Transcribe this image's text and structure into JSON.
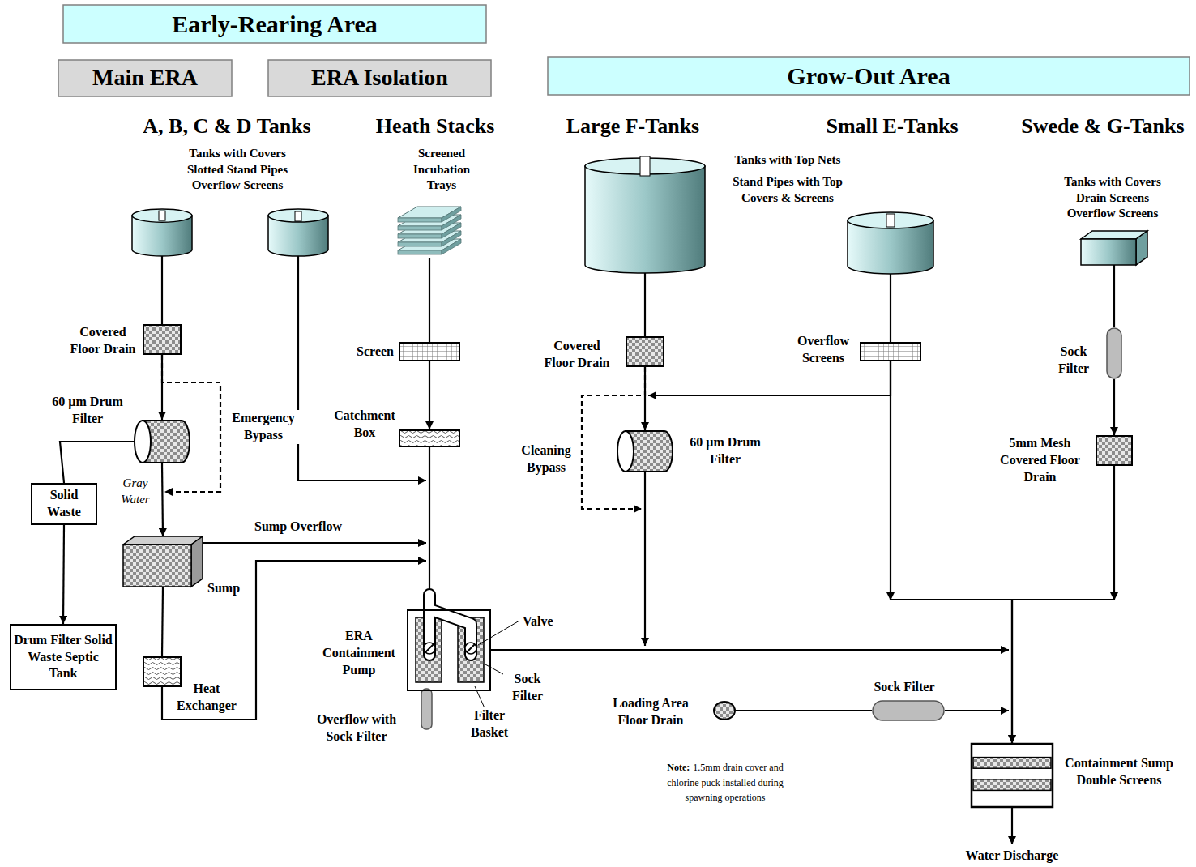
{
  "diagram": {
    "nodes": [
      {
        "text": [
          "Early-Rearing Area"
        ]
      },
      {
        "text": [
          "Main ERA"
        ]
      },
      {
        "text": [
          "ERA Isolation"
        ]
      },
      {
        "text": [
          "Grow-Out Area"
        ]
      },
      {
        "text": [
          "A, B, C & D Tanks",
          "Tanks with Covers Slotted Stand Pipes Overflow Screens"
        ]
      },
      {
        "text": [
          "Heath Stacks",
          "Screened Incubation Trays"
        ]
      },
      {
        "text": [
          "Large F-Tanks",
          "Tanks with Top Nets",
          "Stand Pipes with Top Covers & Screens"
        ]
      },
      {
        "text": [
          "Small E-Tanks"
        ]
      },
      {
        "text": [
          "Swede & G-Tanks",
          "Tanks with Covers Drain Screens Overflow Screens"
        ]
      },
      {
        "text": [
          "Covered Floor Drain"
        ]
      },
      {
        "text": [
          "60 µm Drum Filter"
        ]
      },
      {
        "text": [
          "Solid Waste"
        ]
      },
      {
        "text": [
          "Drum Filter Solid Waste Septic Tank"
        ]
      },
      {
        "text": [
          "Sump"
        ]
      },
      {
        "text": [
          "Heat Exchanger"
        ]
      },
      {
        "text": [
          "Screen"
        ]
      },
      {
        "text": [
          "Catchment Box"
        ]
      },
      {
        "text": [
          "ERA Containment Pump"
        ]
      },
      {
        "text": [
          "Covered Floor Drain"
        ]
      },
      {
        "text": [
          "60 µm Drum Filter"
        ]
      },
      {
        "text": [
          "Overflow Screens"
        ]
      },
      {
        "text": [
          "Sock Filter"
        ]
      },
      {
        "text": [
          "5mm Mesh Covered Floor Drain"
        ]
      },
      {
        "text": [
          "Loading Area Floor Drain"
        ]
      },
      {
        "text": [
          "Sock Filter"
        ]
      },
      {
        "text": [
          "Containment Sump Double Screens"
        ]
      }
    ],
    "edges": [
      {
        "from": 4,
        "to": 9,
        "arrow": "none"
      },
      {
        "from": 9,
        "to": 10,
        "arrow": "to"
      },
      {
        "from": 9,
        "to": 13,
        "arrow": "to",
        "label": "Emergency Bypass"
      },
      {
        "from": 10,
        "to": 11,
        "arrow": "none"
      },
      {
        "from": 11,
        "to": 12,
        "arrow": "to"
      },
      {
        "from": 10,
        "to": 13,
        "arrow": "to",
        "label": "Gray Water"
      },
      {
        "from": 13,
        "to": 14,
        "arrow": "none"
      },
      {
        "from": 13,
        "to": 17,
        "arrow": "to",
        "label": "Sump Overflow"
      },
      {
        "from": 14,
        "to": 17,
        "arrow": "to"
      },
      {
        "from": 5,
        "to": 15,
        "arrow": "none"
      },
      {
        "from": 15,
        "to": 16,
        "arrow": "to"
      },
      {
        "from": 16,
        "to": 17,
        "arrow": "none"
      },
      {
        "from": 17,
        "to": 25,
        "arrow": "to"
      },
      {
        "from": 6,
        "to": 18,
        "arrow": "none"
      },
      {
        "from": 18,
        "to": 19,
        "arrow": "to"
      },
      {
        "from": 18,
        "to": 25,
        "arrow": "to",
        "label": "Cleaning Bypass"
      },
      {
        "from": 19,
        "to": 25,
        "arrow": "to"
      },
      {
        "from": 7,
        "to": 20,
        "arrow": "none"
      },
      {
        "from": 20,
        "to": 19,
        "arrow": "to"
      },
      {
        "from": 20,
        "to": 25,
        "arrow": "to"
      },
      {
        "from": 8,
        "to": 21,
        "arrow": "none"
      },
      {
        "from": 21,
        "to": 22,
        "arrow": "to"
      },
      {
        "from": 22,
        "to": 25,
        "arrow": "to"
      },
      {
        "from": 23,
        "to": 24,
        "arrow": "none"
      },
      {
        "from": 24,
        "to": 25,
        "arrow": "to"
      }
    ],
    "labels": [
      "Valve",
      "Sock Filter",
      "Filter Basket",
      "Overflow with Sock Filter",
      "Note:",
      "1.5mm drain cover and chlorine puck installed during spawning operations",
      "Water Discharge"
    ]
  }
}
